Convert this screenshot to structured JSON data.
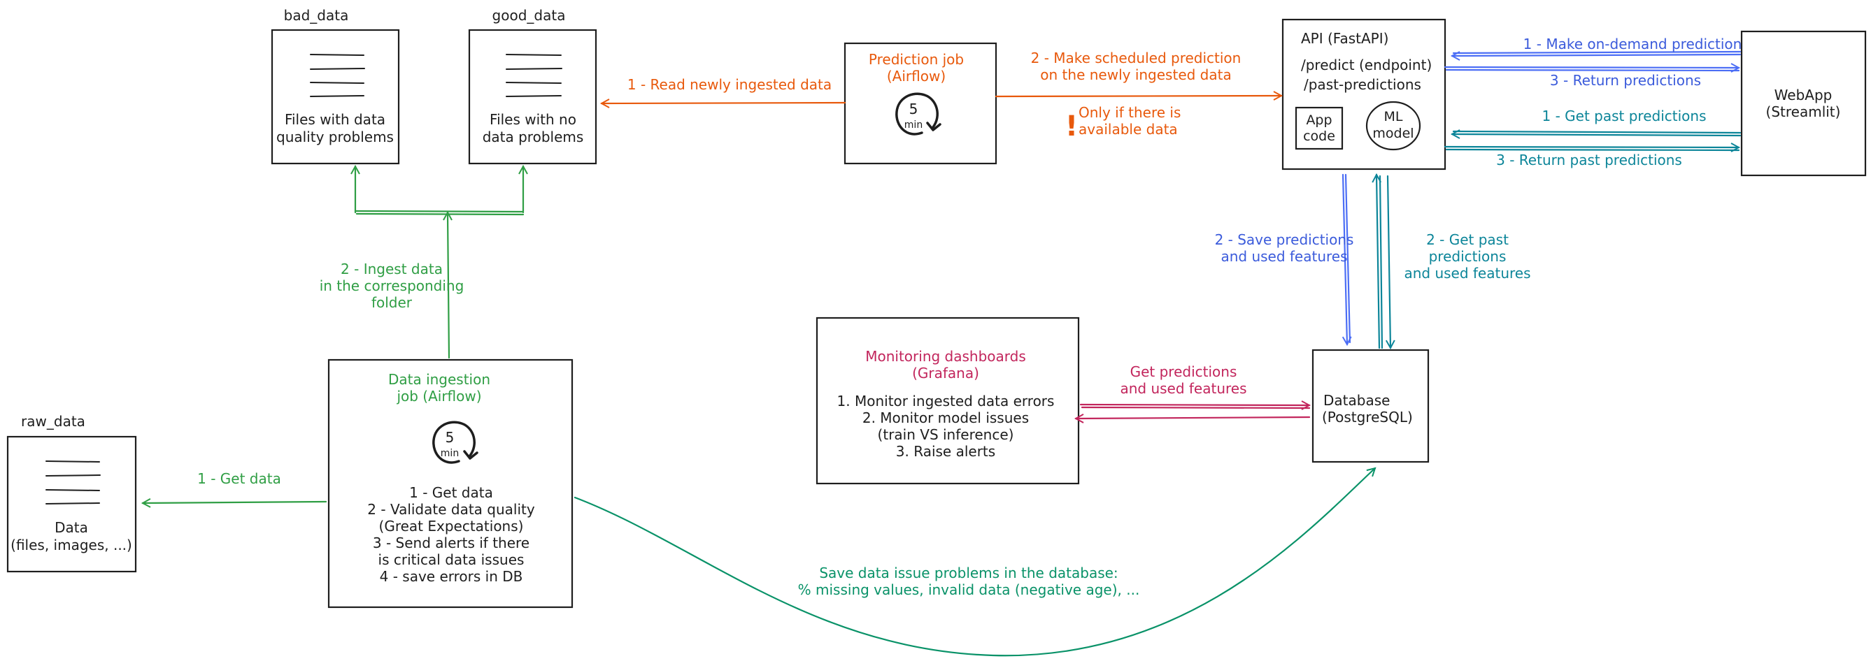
{
  "folders": {
    "bad_data": {
      "title": "bad_data",
      "caption": [
        "Files with data",
        "quality problems"
      ]
    },
    "good_data": {
      "title": "good_data",
      "caption": [
        "Files with no",
        "data problems"
      ]
    },
    "raw_data": {
      "title": "raw_data",
      "caption": [
        "Data",
        "(files, images, ...)"
      ]
    }
  },
  "prediction_job": {
    "title": [
      "Prediction job",
      "(Airflow)"
    ],
    "timer": "5",
    "timer_unit": "min"
  },
  "ingestion_job": {
    "title": [
      "Data ingestion",
      "job (Airflow)"
    ],
    "timer": "5",
    "timer_unit": "min",
    "steps": [
      "1 - Get data",
      "2 - Validate data quality",
      "(Great Expectations)",
      "3 - Send alerts if there",
      "is critical data issues",
      "4 - save errors in DB"
    ]
  },
  "api": {
    "title": "API (FastAPI)",
    "endpoints": [
      "/predict (endpoint)",
      "/past-predictions"
    ],
    "app_code": [
      "App",
      "code"
    ],
    "ml_model": [
      "ML",
      "model"
    ]
  },
  "webapp": {
    "title": [
      "WebApp",
      "(Streamlit)"
    ]
  },
  "database": {
    "title": [
      "Database",
      "(PostgreSQL)"
    ]
  },
  "monitoring": {
    "title": [
      "Monitoring dashboards",
      "(Grafana)"
    ],
    "items": [
      "1. Monitor ingested data errors",
      "2. Monitor model issues",
      "(train VS inference)",
      "3. Raise alerts"
    ]
  },
  "arrows": {
    "read_ingested": "1 - Read newly ingested data",
    "scheduled_prediction": [
      "2 - Make scheduled prediction",
      "on the newly ingested data"
    ],
    "only_if": [
      "Only if there is",
      "available data"
    ],
    "exclamation": "!",
    "on_demand": "1 - Make on-demand prediction",
    "return_predictions": "3 - Return predictions",
    "get_past": "1 - Get past predictions",
    "return_past": "3 - Return past predictions",
    "save_predictions": [
      "2 - Save predictions",
      "and used features"
    ],
    "get_past_db": [
      "2 - Get past",
      "predictions",
      "and used features"
    ],
    "ingest_data": [
      "2 - Ingest data",
      "in the corresponding",
      "folder"
    ],
    "get_data": "1 - Get data",
    "grafana_query": [
      "Get predictions",
      "and used features"
    ],
    "save_issues": [
      "Save data issue problems in the database:",
      "% missing values, invalid data (negative age), ..."
    ]
  },
  "colors": {
    "black": "#1e1e1e",
    "orange": "#e8590c",
    "green": "#2f9e44",
    "dark_green": "#099268",
    "blue": "#3b5bdb",
    "teal": "#0c8599",
    "pink": "#c2255c"
  }
}
